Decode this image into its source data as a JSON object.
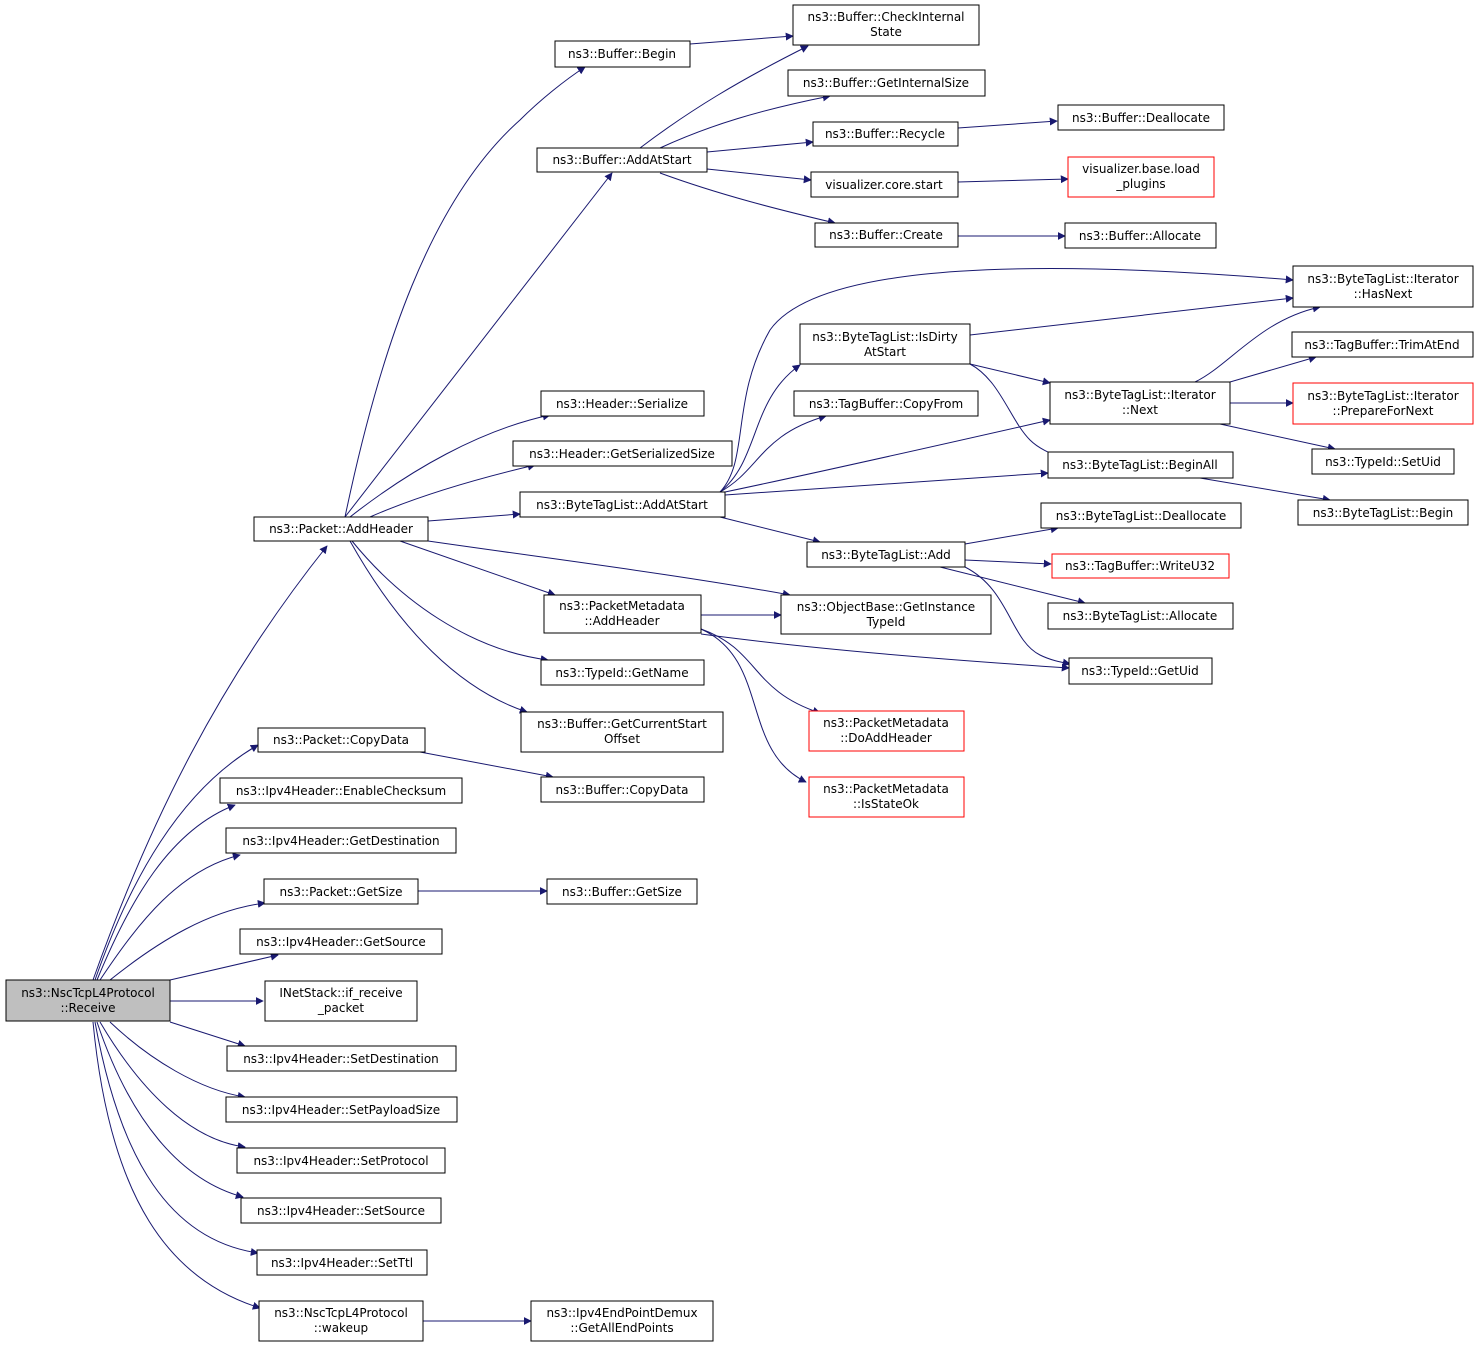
{
  "colors": {
    "edge": "#191970",
    "node_border": "#000000",
    "broken_border": "#ff0000",
    "root_fill": "#bfbfbf"
  },
  "nodes": {
    "root": {
      "lines": [
        "ns3::NscTcpL4Protocol",
        "::Receive"
      ]
    },
    "pkt_addheader": {
      "lines": [
        "ns3::Packet::AddHeader"
      ]
    },
    "buf_begin": {
      "lines": [
        "ns3::Buffer::Begin"
      ]
    },
    "buf_check": {
      "lines": [
        "ns3::Buffer::CheckInternal",
        "State"
      ]
    },
    "buf_getinternal": {
      "lines": [
        "ns3::Buffer::GetInternalSize"
      ]
    },
    "buf_addatstart": {
      "lines": [
        "ns3::Buffer::AddAtStart"
      ]
    },
    "buf_recycle": {
      "lines": [
        "ns3::Buffer::Recycle"
      ]
    },
    "buf_dealloc": {
      "lines": [
        "ns3::Buffer::Deallocate"
      ]
    },
    "vis_start": {
      "lines": [
        "visualizer.core.start"
      ]
    },
    "vis_load": {
      "lines": [
        "visualizer.base.load",
        "_plugins"
      ]
    },
    "buf_create": {
      "lines": [
        "ns3::Buffer::Create"
      ]
    },
    "buf_alloc": {
      "lines": [
        "ns3::Buffer::Allocate"
      ]
    },
    "btl_it_hasnext": {
      "lines": [
        "ns3::ByteTagList::Iterator",
        "::HasNext"
      ]
    },
    "btl_isdirty": {
      "lines": [
        "ns3::ByteTagList::IsDirty",
        "AtStart"
      ]
    },
    "tagbuf_trim": {
      "lines": [
        "ns3::TagBuffer::TrimAtEnd"
      ]
    },
    "tagbuf_copyfrom": {
      "lines": [
        "ns3::TagBuffer::CopyFrom"
      ]
    },
    "btl_it_next": {
      "lines": [
        "ns3::ByteTagList::Iterator",
        "::Next"
      ]
    },
    "btl_it_prepare": {
      "lines": [
        "ns3::ByteTagList::Iterator",
        "::PrepareForNext"
      ]
    },
    "hdr_serialize": {
      "lines": [
        "ns3::Header::Serialize"
      ]
    },
    "hdr_getsersize": {
      "lines": [
        "ns3::Header::GetSerializedSize"
      ]
    },
    "btl_beginall": {
      "lines": [
        "ns3::ByteTagList::BeginAll"
      ]
    },
    "typeid_setuid": {
      "lines": [
        "ns3::TypeId::SetUid"
      ]
    },
    "btl_addatstart": {
      "lines": [
        "ns3::ByteTagList::AddAtStart"
      ]
    },
    "btl_begin": {
      "lines": [
        "ns3::ByteTagList::Begin"
      ]
    },
    "btl_dealloc": {
      "lines": [
        "ns3::ByteTagList::Deallocate"
      ]
    },
    "btl_add": {
      "lines": [
        "ns3::ByteTagList::Add"
      ]
    },
    "tagbuf_write": {
      "lines": [
        "ns3::TagBuffer::WriteU32"
      ]
    },
    "pm_addheader": {
      "lines": [
        "ns3::PacketMetadata",
        "::AddHeader"
      ]
    },
    "ob_getinst": {
      "lines": [
        "ns3::ObjectBase::GetInstance",
        "TypeId"
      ]
    },
    "btl_allocate": {
      "lines": [
        "ns3::ByteTagList::Allocate"
      ]
    },
    "typeid_getname": {
      "lines": [
        "ns3::TypeId::GetName"
      ]
    },
    "typeid_getuid": {
      "lines": [
        "ns3::TypeId::GetUid"
      ]
    },
    "buf_getcurstart": {
      "lines": [
        "ns3::Buffer::GetCurrentStart",
        "Offset"
      ]
    },
    "pm_doaddheader": {
      "lines": [
        "ns3::PacketMetadata",
        "::DoAddHeader"
      ]
    },
    "pkt_copydata": {
      "lines": [
        "ns3::Packet::CopyData"
      ]
    },
    "ipv4_enablecs": {
      "lines": [
        "ns3::Ipv4Header::EnableChecksum"
      ]
    },
    "buf_copydata": {
      "lines": [
        "ns3::Buffer::CopyData"
      ]
    },
    "pm_isstateok": {
      "lines": [
        "ns3::PacketMetadata",
        "::IsStateOk"
      ]
    },
    "ipv4_getdest": {
      "lines": [
        "ns3::Ipv4Header::GetDestination"
      ]
    },
    "pkt_getsize": {
      "lines": [
        "ns3::Packet::GetSize"
      ]
    },
    "buf_getsize": {
      "lines": [
        "ns3::Buffer::GetSize"
      ]
    },
    "ipv4_getsrc": {
      "lines": [
        "ns3::Ipv4Header::GetSource"
      ]
    },
    "inet_ifrecv": {
      "lines": [
        "INetStack::if_receive",
        "_packet"
      ]
    },
    "ipv4_setdest": {
      "lines": [
        "ns3::Ipv4Header::SetDestination"
      ]
    },
    "ipv4_setpayload": {
      "lines": [
        "ns3::Ipv4Header::SetPayloadSize"
      ]
    },
    "ipv4_setproto": {
      "lines": [
        "ns3::Ipv4Header::SetProtocol"
      ]
    },
    "ipv4_setsrc": {
      "lines": [
        "ns3::Ipv4Header::SetSource"
      ]
    },
    "ipv4_setttl": {
      "lines": [
        "ns3::Ipv4Header::SetTtl"
      ]
    },
    "nsc_wakeup": {
      "lines": [
        "ns3::NscTcpL4Protocol",
        "::wakeup"
      ]
    },
    "demux_getall": {
      "lines": [
        "ns3::Ipv4EndPointDemux",
        "::GetAllEndPoints"
      ]
    }
  }
}
